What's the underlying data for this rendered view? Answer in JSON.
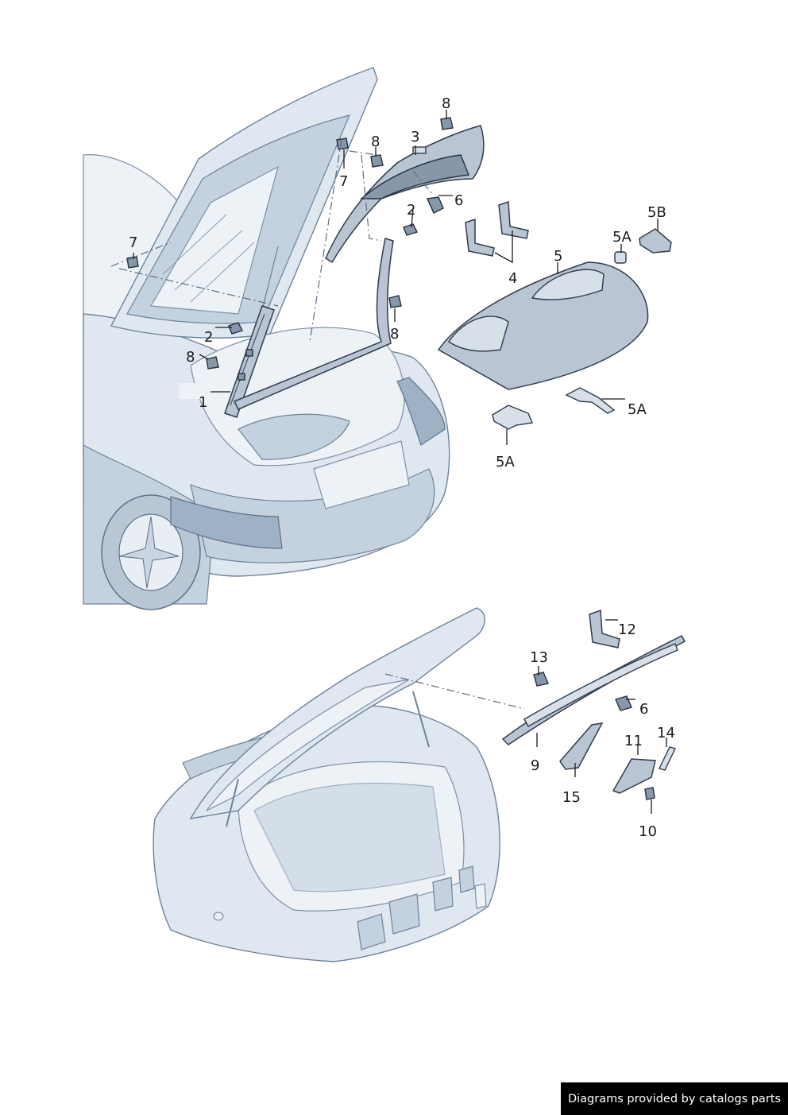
{
  "callouts_upper": {
    "c1": "1",
    "c2a": "2",
    "c2b": "2",
    "c3": "3",
    "c4": "4",
    "c5": "5",
    "c5a_top": "5A",
    "c5a_right": "5A",
    "c5a_bottom": "5A",
    "c5b": "5B",
    "c6": "6",
    "c7a": "7",
    "c7b": "7",
    "c8a": "8",
    "c8b": "8",
    "c8c": "8",
    "c8d": "8"
  },
  "callouts_lower": {
    "c6": "6",
    "c9": "9",
    "c10": "10",
    "c11": "11",
    "c12": "12",
    "c13": "13",
    "c14": "14",
    "c15": "15"
  },
  "footer": {
    "credit": "Diagrams provided by catalogs parts"
  },
  "colors": {
    "body": "#dfe7f0",
    "outline": "#6f8399",
    "part": "#b9c5d3",
    "badge": "#000000"
  }
}
